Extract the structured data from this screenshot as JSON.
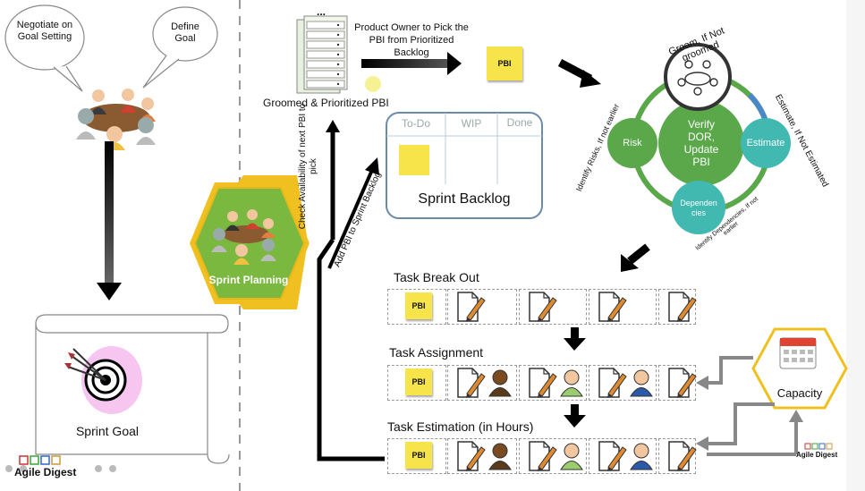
{
  "left": {
    "bubble1": "Negotiate on Goal Setting",
    "bubble2": "Define Goal",
    "scroll_label": "Sprint Goal",
    "brand": "Agile Digest"
  },
  "center": {
    "hex_label": "Sprint Planning",
    "check_label": "Check Availability of next PBI to pick",
    "add_label": "Add PBI to Sprint Backlog"
  },
  "top": {
    "server_label": "Groomed & Prioritized PBI",
    "server_dots": "...",
    "product_owner_text": "Product Owner to Pick the PBI from Prioritized Backlog",
    "pbi_note": "PBI"
  },
  "sprint_backlog": {
    "columns": [
      "To-Do",
      "WIP",
      "Done"
    ],
    "title": "Sprint Backlog"
  },
  "dor_cycle": {
    "center": "Verify DOR, Update PBI",
    "nodes": [
      "Risk",
      "Estimate",
      "Dependencies"
    ],
    "node_dependencies_display": "Dependen cies",
    "arc_groom": "Groom, If Not groomed",
    "arc_estimate": "Estimate, If Not Estimated",
    "arc_risk": "Identify Risks, If not earlier",
    "arc_dependencies": "Identify Dependencies, If not earlier"
  },
  "rows": {
    "task_breakout": "Task Break Out",
    "task_assignment": "Task Assignment",
    "task_estimation": "Task Estimation (in Hours)",
    "pbi": "PBI"
  },
  "capacity": {
    "label": "Capacity"
  },
  "footer_brand": "Agile Digest",
  "colors": {
    "green_node": "#5aa84a",
    "teal_node": "#41b8b0",
    "blue_ring": "#4a88c8",
    "note_yellow": "#f7e34a",
    "hex_gold": "#f0c020",
    "hex_green": "#7ab840"
  }
}
